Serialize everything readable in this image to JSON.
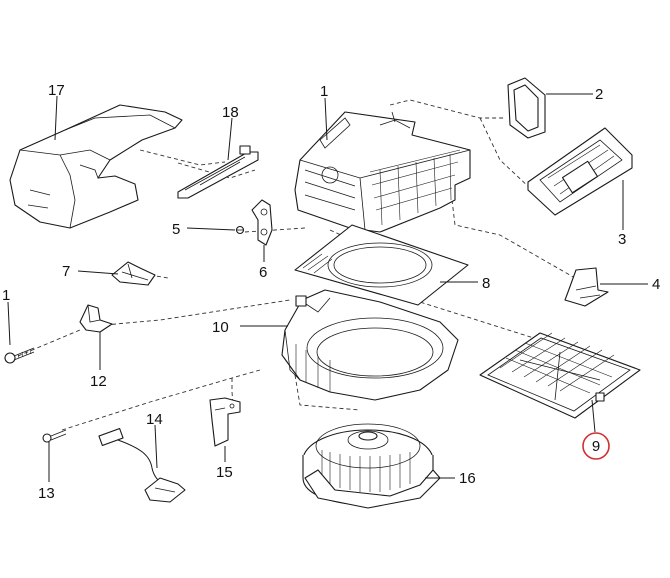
{
  "callouts": {
    "c1": "1",
    "c1b": "1",
    "c2": "2",
    "c3": "3",
    "c4": "4",
    "c5": "5",
    "c6": "6",
    "c7": "7",
    "c8": "8",
    "c9": "9",
    "c10": "10",
    "c12": "12",
    "c13": "13",
    "c14": "14",
    "c15": "15",
    "c16": "16",
    "c17": "17",
    "c18": "18"
  },
  "highlighted_callout": "9",
  "colors": {
    "line": "#1a1a1a",
    "highlight": "#d32f2f",
    "background": "#ffffff"
  }
}
